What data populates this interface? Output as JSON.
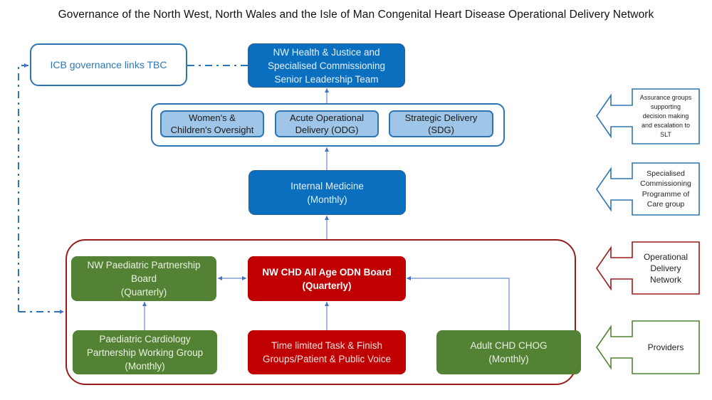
{
  "title": "Governance of the North West, North Wales and the Isle of Man Congenital Heart Disease Operational Delivery Network",
  "nodes": {
    "icb": "ICB governance links TBC",
    "slt": "NW Health & Justice and\nSpecialised Commissioning\nSenior Leadership Team",
    "womens": "Women's &\nChildren's Oversight",
    "odg": "Acute Operational\nDelivery (ODG)",
    "sdg": "Strategic Delivery\n(SDG)",
    "internal_medicine": "Internal Medicine\n(Monthly)",
    "paed_partnership": "NW Paediatric Partnership\nBoard\n(Quarterly)",
    "odn_board": "NW CHD All Age ODN Board\n(Quarterly)",
    "paed_cardiology": "Paediatric Cardiology\nPartnership Working Group\n(Monthly)",
    "task_finish": "Time limited Task & Finish\nGroups/Patient & Public Voice",
    "adult_chog": "Adult CHD CHOG\n(Monthly)"
  },
  "callouts": {
    "assurance": "Assurance groups\nsupporting\ndecision making\nand escalation to\nSLT",
    "spec_comm": "Specialised\nCommissioning\nProgramme of\nCare group",
    "odn": "Operational\nDelivery\nNetwork",
    "providers": "Providers"
  },
  "colors": {
    "commissioning_blue": "#0a6fbf",
    "assurance_light_blue": "#9fc5e8",
    "odn_red": "#c00000",
    "provider_green": "#548235",
    "connector_blue": "#4472c4"
  }
}
